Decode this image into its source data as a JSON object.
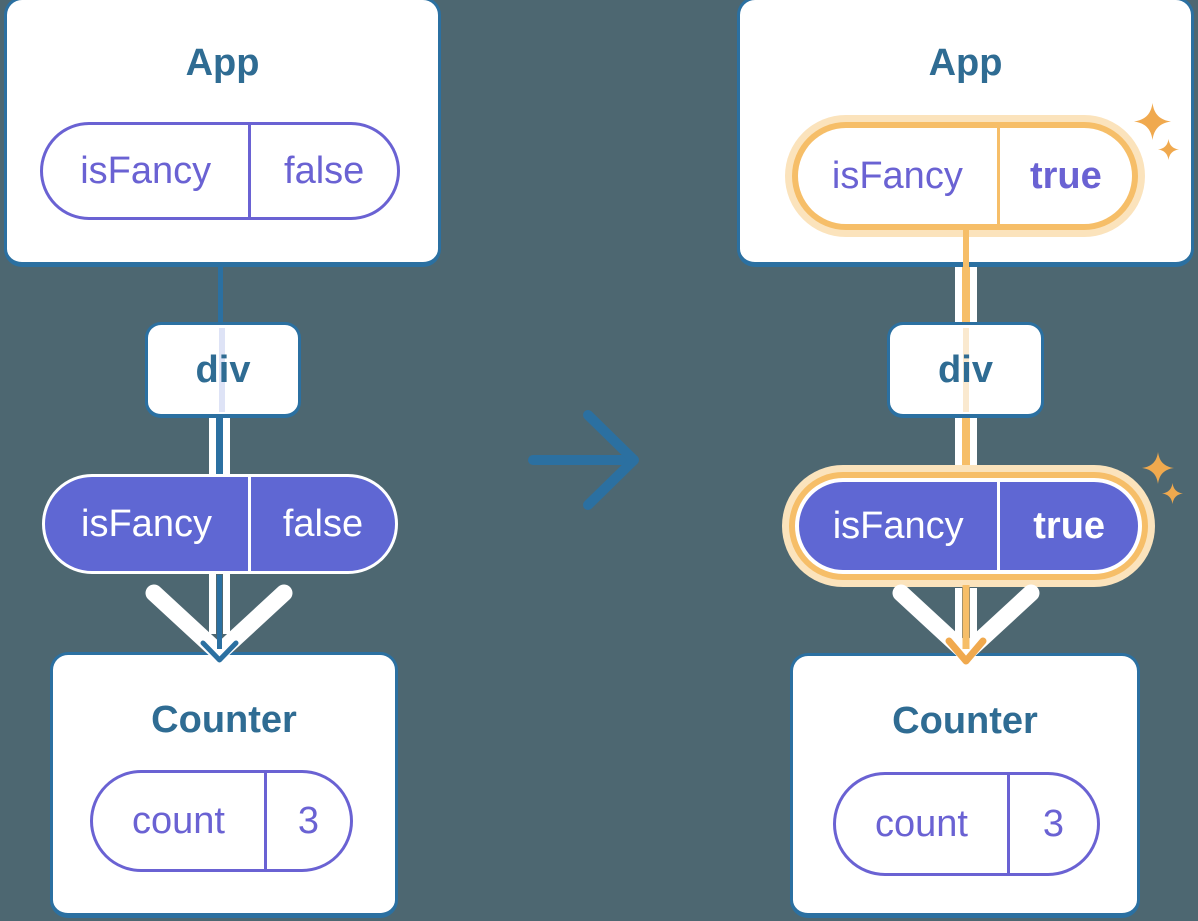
{
  "diagram": {
    "description": "React props flow: App passes isFancy through div to Counter, before and after state change",
    "before": {
      "app": {
        "title": "App",
        "prop_name": "isFancy",
        "prop_value": "false"
      },
      "container": {
        "label": "div"
      },
      "passed_prop": {
        "name": "isFancy",
        "value": "false"
      },
      "counter": {
        "title": "Counter",
        "state_name": "count",
        "state_value": "3"
      }
    },
    "after": {
      "app": {
        "title": "App",
        "prop_name": "isFancy",
        "prop_value": "true"
      },
      "container": {
        "label": "div"
      },
      "passed_prop": {
        "name": "isFancy",
        "value": "true"
      },
      "counter": {
        "title": "Counter",
        "state_name": "count",
        "state_value": "3"
      }
    },
    "colors": {
      "background": "#4D6771",
      "steel_blue": "#2B70A1",
      "title_blue": "#2F6C93",
      "purple": "#6A62D3",
      "purple_fill": "#5F67D3",
      "amber_highlight": "#F6BE68",
      "amber_deep": "#F0A94E",
      "peach_light": "#FBE3BC",
      "peach_faint": "#FAE9CF",
      "lavender_line": "#DEE3F6"
    },
    "icons": {
      "transition_arrow": "right-arrow",
      "highlight": "sparkles"
    }
  }
}
